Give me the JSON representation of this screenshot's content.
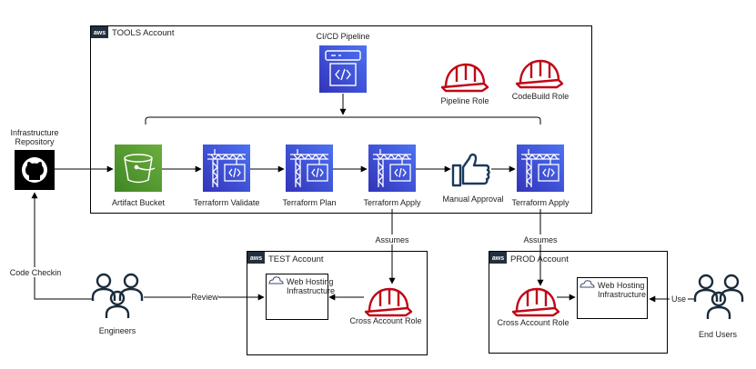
{
  "accounts": {
    "tools": "TOOLS Account",
    "test": "TEST Account",
    "prod": "PROD Account"
  },
  "aws_badge": "aws",
  "pipeline": {
    "title": "CI/CD Pipeline",
    "pipeline_role": "Pipeline Role",
    "codebuild_role": "CodeBuild Role"
  },
  "repo": {
    "line1": "Infrastructure",
    "line2": "Repository"
  },
  "stages": {
    "artifact_bucket": "Artifact Bucket",
    "validate": "Terraform Validate",
    "plan": "Terraform Plan",
    "apply_test": "Terraform Apply",
    "manual_approval": "Manual Approval",
    "apply_prod": "Terraform Apply"
  },
  "edges": {
    "assumes_test": "Assumes",
    "assumes_prod": "Assumes",
    "code_checkin": "Code Checkin",
    "review": "Review",
    "use": "Use"
  },
  "test": {
    "web_line1": "Web Hosting",
    "web_line2": "Infrastructure",
    "role": "Cross Account Role"
  },
  "prod": {
    "web_line1": "Web Hosting",
    "web_line2": "Infrastructure",
    "role": "Cross Account Role"
  },
  "people": {
    "engineers": "Engineers",
    "end_users": "End Users"
  },
  "colors": {
    "service_blue": "#4b56d8",
    "bucket_green": "#3f8624",
    "role_red": "#bf0816",
    "thumb_navy": "#1b3a5c",
    "line": "#000000"
  }
}
